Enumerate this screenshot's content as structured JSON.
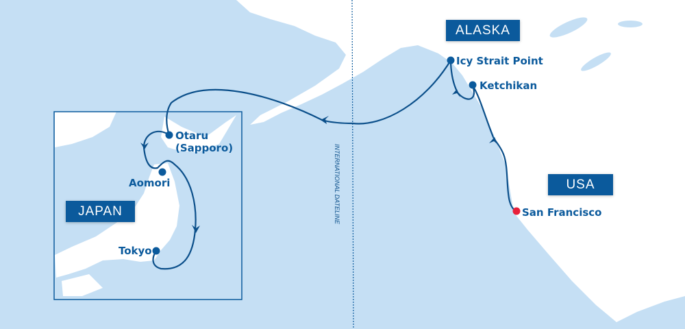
{
  "colors": {
    "sea": "#c5dff4",
    "land": "#ffffff",
    "route": "#0b4f8a",
    "port": "#0b5a9c",
    "start_port": "#e8203a",
    "label_box": "#0b5a9c"
  },
  "regions": [
    "JAPAN",
    "ALASKA",
    "USA"
  ],
  "dateline_label": "INTERNATIONAL DATELINE",
  "ports": [
    {
      "name": "Otaru",
      "sub": "(Sapporo)"
    },
    {
      "name": "Aomori"
    },
    {
      "name": "Tokyo"
    },
    {
      "name": "Icy Strait Point"
    },
    {
      "name": "Ketchikan"
    },
    {
      "name": "San Francisco",
      "start": true
    }
  ]
}
